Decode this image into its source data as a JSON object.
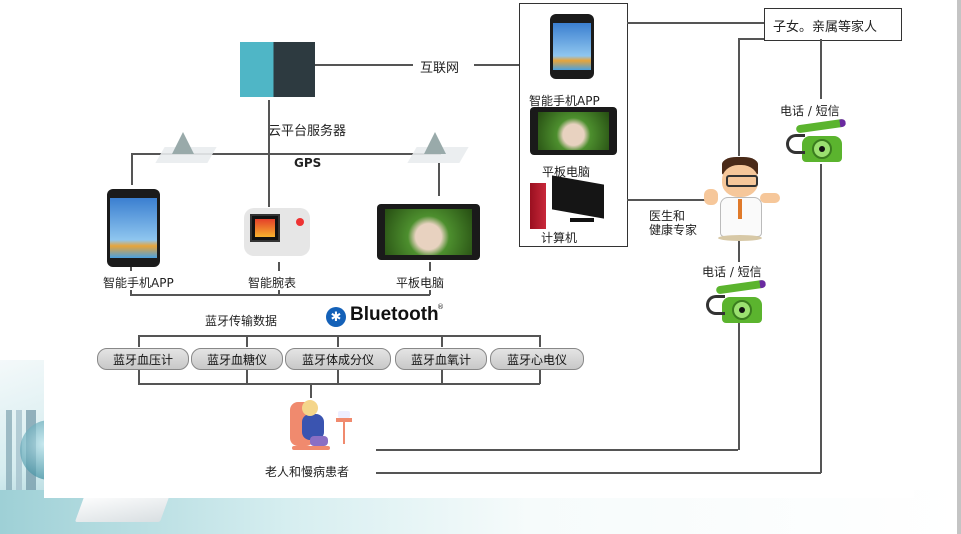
{
  "diagram": {
    "server": {
      "label": "云平台服务器",
      "icon": "server-icon"
    },
    "internet": {
      "label": "互联网"
    },
    "gps": {
      "label": "GPS",
      "icon": "cell-tower-icon"
    },
    "devices": [
      {
        "label": "智能手机APP",
        "icon": "smartphone-icon"
      },
      {
        "label": "智能腕表",
        "icon": "smartwatch-icon"
      },
      {
        "label": "平板电脑",
        "icon": "tablet-icon"
      }
    ],
    "terminal_group": {
      "items": [
        {
          "label": "智能手机APP",
          "icon": "smartphone-icon"
        },
        {
          "label": "平板电脑",
          "icon": "tablet-icon"
        },
        {
          "label": "计算机",
          "icon": "desktop-computer-icon"
        }
      ]
    },
    "family": {
      "label": "子女。亲属等家人"
    },
    "phone_sms_top": {
      "label": "电话 / 短信",
      "icon": "telephone-icon"
    },
    "phone_sms_mid": {
      "label": "电话 / 短信",
      "icon": "telephone-icon"
    },
    "doctor": {
      "label_line1": "医生和",
      "label_line2": "健康专家",
      "icon": "doctor-icon"
    },
    "bluetooth": {
      "caption": "蓝牙传输数据",
      "brand": "Bluetooth",
      "symbol": "✱",
      "registered": "®"
    },
    "bt_devices": [
      {
        "label": "蓝牙血压计"
      },
      {
        "label": "蓝牙血糖仪"
      },
      {
        "label": "蓝牙体成分仪"
      },
      {
        "label": "蓝牙血氧计"
      },
      {
        "label": "蓝牙心电仪"
      }
    ],
    "patient": {
      "label": "老人和慢病患者",
      "icon": "elderly-person-icon"
    }
  },
  "colors": {
    "line": "#555555",
    "bluetooth": "#1461b8",
    "phone_green": "#5bb42e"
  }
}
